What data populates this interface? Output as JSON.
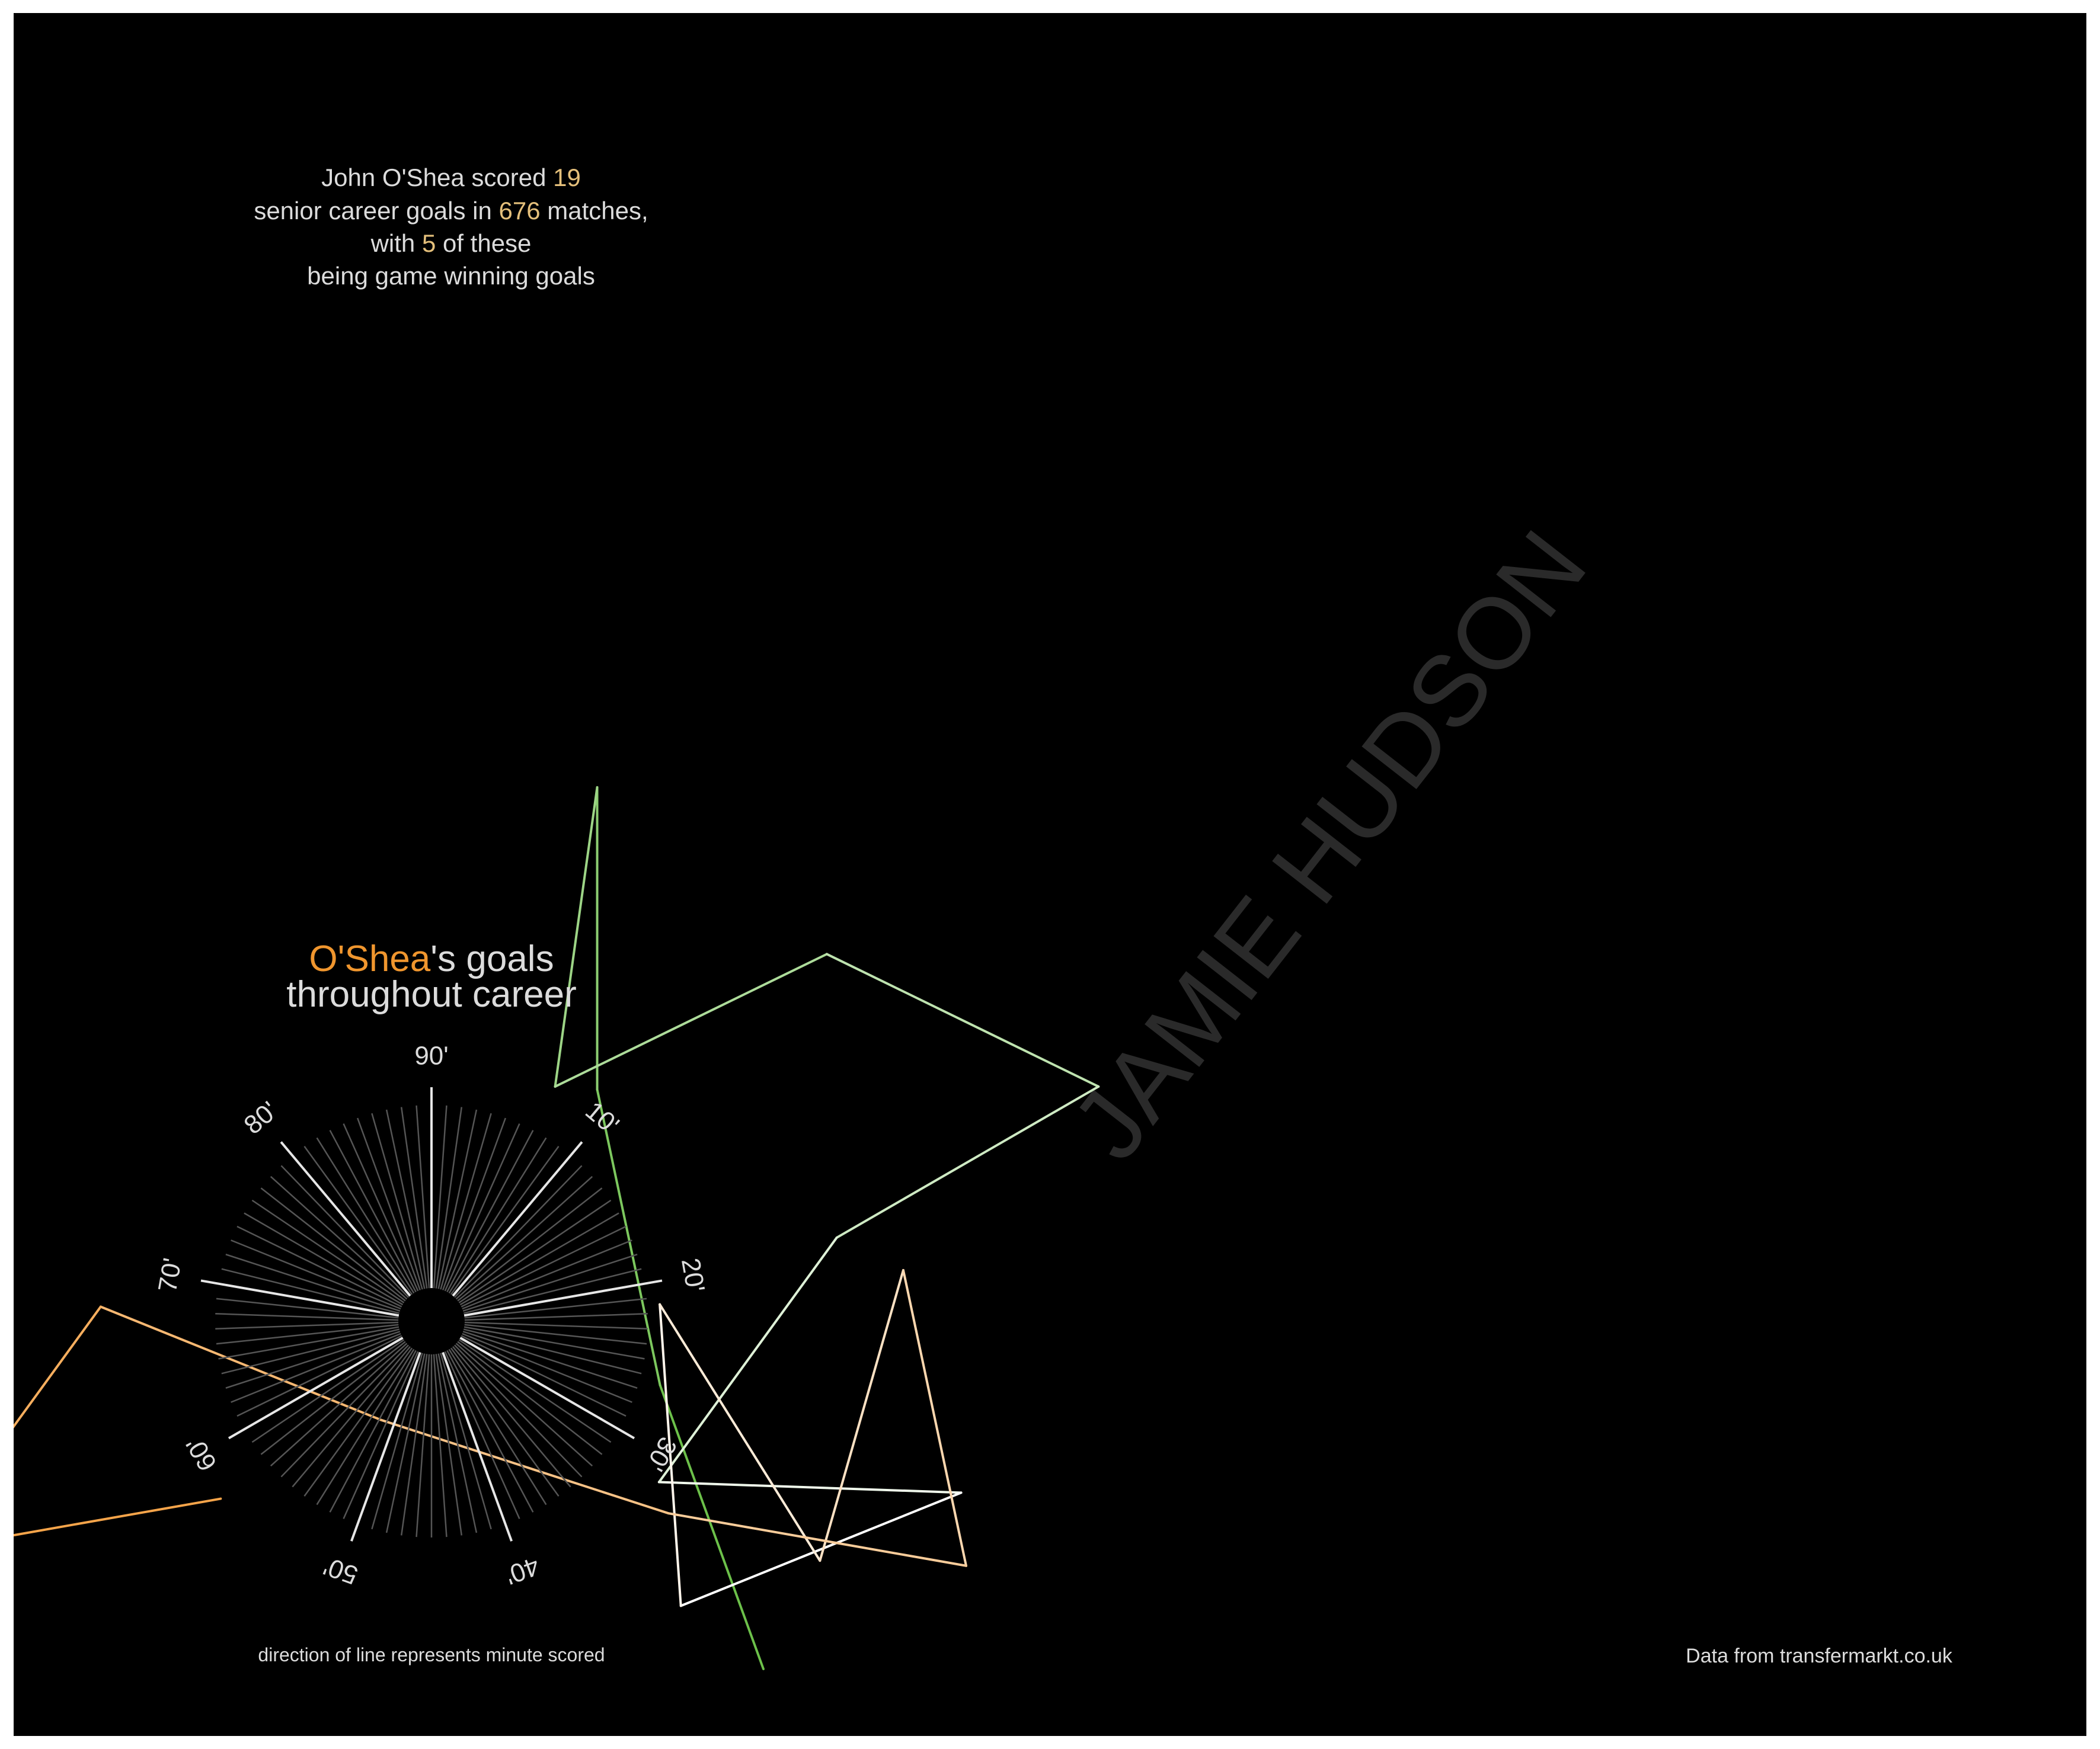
{
  "colors": {
    "background": "#000000",
    "frame": "#ffffff",
    "text": "#dcdcdc",
    "highlight": "#e5c07b",
    "name_accent": "#f0962e",
    "watermark": "#2a2a2a",
    "compass_major": "#e6e6e6",
    "compass_minor": "#555555",
    "line_start": "#6cc04a",
    "line_mid": "#ffffff",
    "line_end": "#f5a44a"
  },
  "intro": {
    "line1_pre": "John O'Shea scored ",
    "goals": "19",
    "line2_pre": "senior career goals in ",
    "matches": "676",
    "line2_post": " matches,",
    "line3_pre": "with ",
    "winners": "5",
    "line3_post": " of these",
    "line4": "being game winning goals"
  },
  "title": {
    "name": "O'Shea",
    "rest": "'s goals",
    "line2": "throughout career"
  },
  "watermark": "JAMIE HUDSON",
  "caption": "direction of line represents minute scored",
  "source": "Data from transfermarkt.co.uk",
  "chart_data": {
    "type": "line",
    "description_minutes": "Each goal is a segment whose direction encodes the minute scored (compass: 90' at top, clockwise).",
    "goal_minutes": [
      85,
      87,
      90,
      47,
      16,
      29,
      60,
      54,
      23,
      62,
      89,
      37,
      4,
      42,
      70,
      72,
      73,
      54,
      20
    ],
    "compass": {
      "major_ticks": [
        "90'",
        "10'",
        "20'",
        "30'",
        "40'",
        "50'",
        "60'",
        "70'",
        "80'"
      ]
    }
  }
}
